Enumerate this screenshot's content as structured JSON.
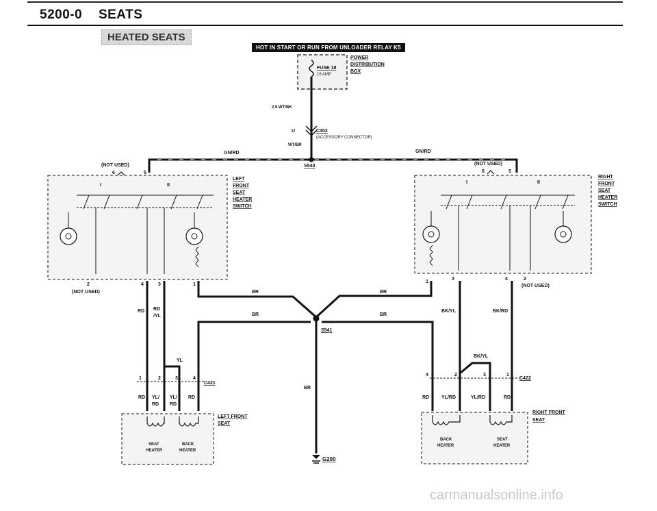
{
  "header": {
    "section": "5200-0",
    "title": "SEATS"
  },
  "subtitle": "HEATED SEATS",
  "banner": "HOT IN START OR RUN FROM UNLOADER RELAY K5",
  "power_box": {
    "fuse": "FUSE 18",
    "amp": "15 AMP",
    "label1": "POWER",
    "label2": "DISTRIBUTION",
    "label3": "BOX"
  },
  "wires": {
    "wt_bk": "2.5 WT/BK",
    "wt_br": "WT/BR",
    "gn_rd_left": "GN/RD",
    "gn_rd_right": "GN/RD",
    "br_1": "BR",
    "br_2": "BR",
    "br_3": "BR",
    "br_4": "BR",
    "br_ground": "BR",
    "rd_left": "RD",
    "rd_yl": "RD",
    "rd_yl_2": "/YL",
    "bk_yl": "BK/YL",
    "bk_rd": "BK/RD",
    "yl": "YL",
    "bk_yl_2": "BK/YL",
    "left_rd_a": "RD",
    "left_yl_rd_1": "YL/",
    "left_yl_rd_1b": "RD",
    "left_yl_rd_2": "YL/",
    "left_yl_rd_2b": "RD",
    "left_rd_b": "RD",
    "right_rd_a": "RD",
    "right_yl_rd_1": "YL/RD",
    "right_yl_rd_2": "YL/RD",
    "right_rd_b": "RD"
  },
  "connectors": {
    "c302": "C302",
    "c302_desc": "(ACCESSORY CONNECTOR)",
    "u": "U",
    "s540": "S540",
    "s541": "S541",
    "g200": "G200",
    "c421": "C421",
    "c422": "C422"
  },
  "left_switch": {
    "not_used_top": "(NOT USED)",
    "pin6": "6",
    "pin5": "5",
    "pos1": "I",
    "pos2": "II",
    "label": [
      "LEFT",
      "FRONT",
      "SEAT",
      "HEATER",
      "SWITCH"
    ],
    "pin2": "2",
    "not_used_bottom": "(NOT USED)",
    "pin4": "4",
    "pin3": "3",
    "pin1": "1"
  },
  "right_switch": {
    "not_used_top": "(NOT USED)",
    "pin6": "6",
    "pin5": "5",
    "pos1": "I",
    "pos2": "II",
    "label": [
      "RIGHT",
      "FRONT",
      "SEAT",
      "HEATER",
      "SWITCH"
    ],
    "pin1": "1",
    "pin3": "3",
    "pin4": "4",
    "pin2": "2",
    "not_used_bottom": "(NOT USED)"
  },
  "left_seat": {
    "label1": "LEFT FRONT",
    "label2": "SEAT",
    "heater1_a": "SEAT",
    "heater1_b": "HEATER",
    "heater2_a": "BACK",
    "heater2_b": "HEATER",
    "pin1": "1",
    "pin2": "2",
    "pin3": "3",
    "pin4": "4"
  },
  "right_seat": {
    "label1": "RIGHT FRONT",
    "label2": "SEAT",
    "heater1_a": "BACK",
    "heater1_b": "HEATER",
    "heater2_a": "SEAT",
    "heater2_b": "HEATER",
    "pin4": "4",
    "pin2": "2",
    "pin3": "3",
    "pin1": "1"
  },
  "watermark": "carmanualsonline.info"
}
